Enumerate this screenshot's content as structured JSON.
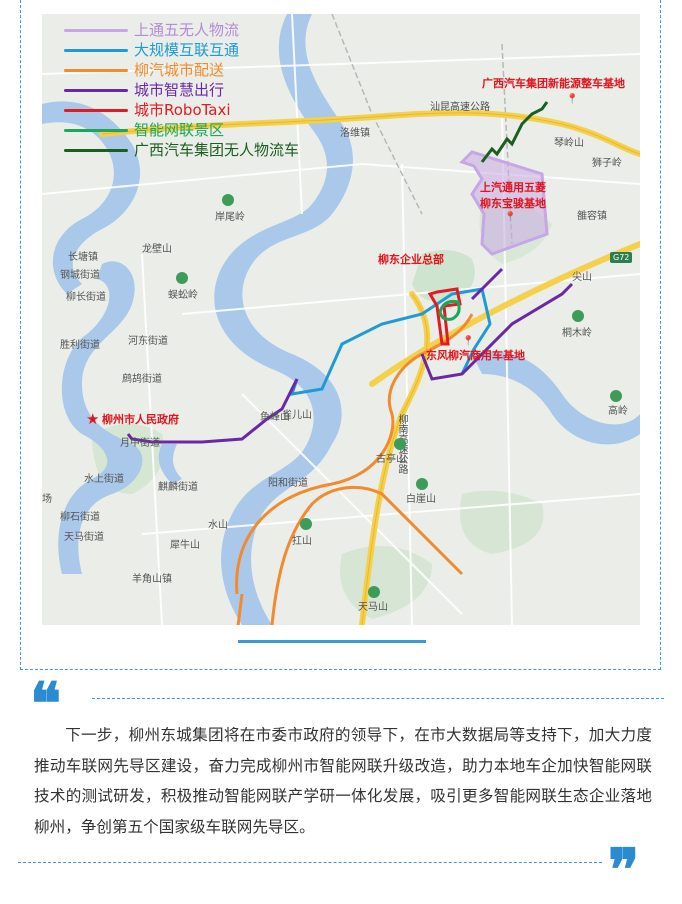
{
  "legend": [
    {
      "label": "上通五无人物流",
      "color": "#c6a6e6"
    },
    {
      "label": "大规模互联互通",
      "color": "#1f9ad6"
    },
    {
      "label": "柳汽城市配送",
      "color": "#f28a2e"
    },
    {
      "label": "城市智慧出行",
      "color": "#6a28a8"
    },
    {
      "label": "城市RoboTaxi",
      "color": "#e21b23"
    },
    {
      "label": "智能网联景区",
      "color": "#1ca75a"
    },
    {
      "label": "广西汽车集团无人物流车",
      "color": "#1b5e20"
    }
  ],
  "map": {
    "road_labels": {
      "highway_north": "汕昆高速公路",
      "expressway_south": "柳南高速公路",
      "g72": "G72"
    },
    "poi": {
      "new_energy_base": "广西汽车集团新能源整车基地",
      "sgmw_base_line1": "上汽通用五菱",
      "sgmw_base_line2": "柳东宝骏基地",
      "liudong_hq": "柳东企业总部",
      "dongfeng_base": "东风柳汽商用车基地",
      "gov": "柳州市人民政府"
    },
    "places": {
      "luoya": "洛维镇",
      "qinmoshan": "琴岭山",
      "shiziling": "狮子岭",
      "anweizhen": "岸尾岭",
      "longbishan": "龙壁山",
      "changtang": "长塘镇",
      "gangcheng": "钢城街道",
      "liuchang": "柳长街道",
      "luoling": "蜈蚣岭",
      "shengli": "胜利街道",
      "hedong": "河东街道",
      "wumeng": "鹧鸪街道",
      "queer": "雀儿山",
      "yuezhong": "月中街道",
      "shuishang": "水上街道",
      "liushi": "柳石街道",
      "tianfeng": "天马街道",
      "gulin": "古亭山",
      "yangguang": "阳和街道",
      "baiyan": "白崖山",
      "qilin": "麒麟街道",
      "shuishan": "水山",
      "qiashan": "扛山",
      "nianjiao": "犀牛山",
      "yangjiao": "羊角山镇",
      "tianmashan": "天马山",
      "jianyin": "雒容镇",
      "jianshan": "尖山",
      "tongmu": "桐木岭",
      "gaoling": "高岭",
      "yuyang": "鱼峰山",
      "chang": "场"
    }
  },
  "article": {
    "paragraph": "下一步，柳州东城集团将在市委市政府的领导下，在市大数据局等支持下，加大力度推动车联网先导区建设，奋力完成柳州市智能网联升级改造，助力本地车企加快智能网联技术的测试研发，积极推动智能网联产学研一体化发展，吸引更多智能网联生态企业落地柳州，争创第五个国家级车联网先导区。",
    "quote_open": "❝",
    "quote_close": "❞"
  }
}
